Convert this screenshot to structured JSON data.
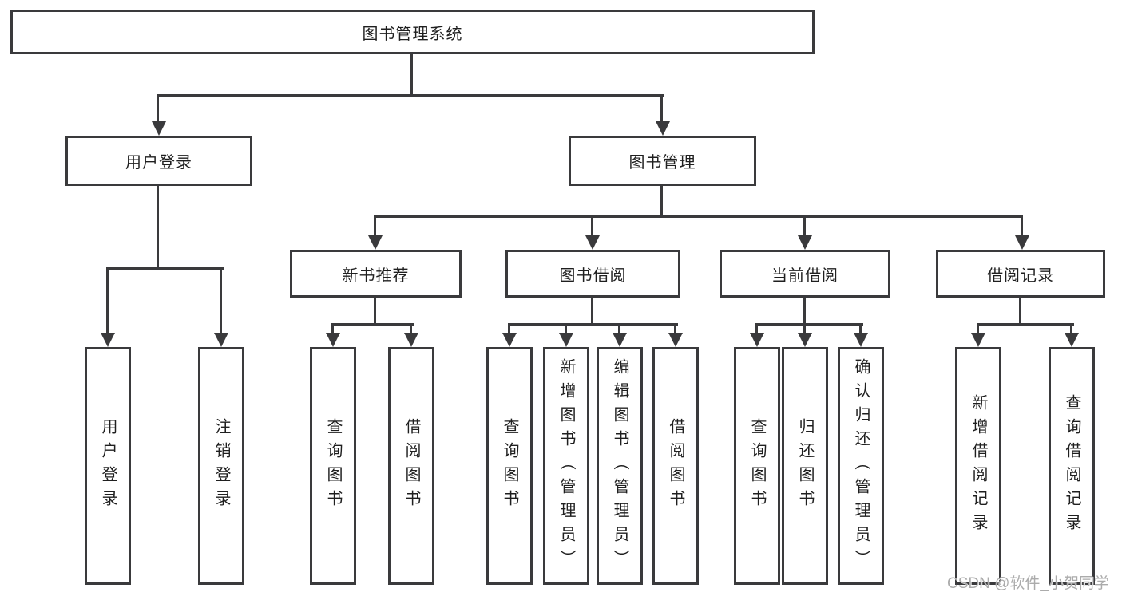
{
  "diagram": {
    "root": {
      "label": "图书管理系统"
    },
    "level1": [
      {
        "label": "用户登录"
      },
      {
        "label": "图书管理"
      }
    ],
    "level2": [
      {
        "label": "新书推荐"
      },
      {
        "label": "图书借阅"
      },
      {
        "label": "当前借阅"
      },
      {
        "label": "借阅记录"
      }
    ],
    "leaves": {
      "user_login": [
        {
          "label": "用户登录"
        },
        {
          "label": "注销登录"
        }
      ],
      "new_books": [
        {
          "label": "查询图书"
        },
        {
          "label": "借阅图书"
        }
      ],
      "borrowing": [
        {
          "label": "查询图书"
        },
        {
          "label": "新增图书（管理员）"
        },
        {
          "label": "编辑图书（管理员）"
        },
        {
          "label": "借阅图书"
        }
      ],
      "current": [
        {
          "label": "查询图书"
        },
        {
          "label": "归还图书"
        },
        {
          "label": "确认归还（管理员）"
        }
      ],
      "records": [
        {
          "label": "新增借阅记录"
        },
        {
          "label": "查询借阅记录"
        }
      ]
    }
  },
  "watermark": {
    "text": "CSDN @软件_小贺同学"
  },
  "colors": {
    "line": "#3a3a3c",
    "text": "#1f1f1f",
    "watermark": "#ababab",
    "background": "#ffffff"
  }
}
